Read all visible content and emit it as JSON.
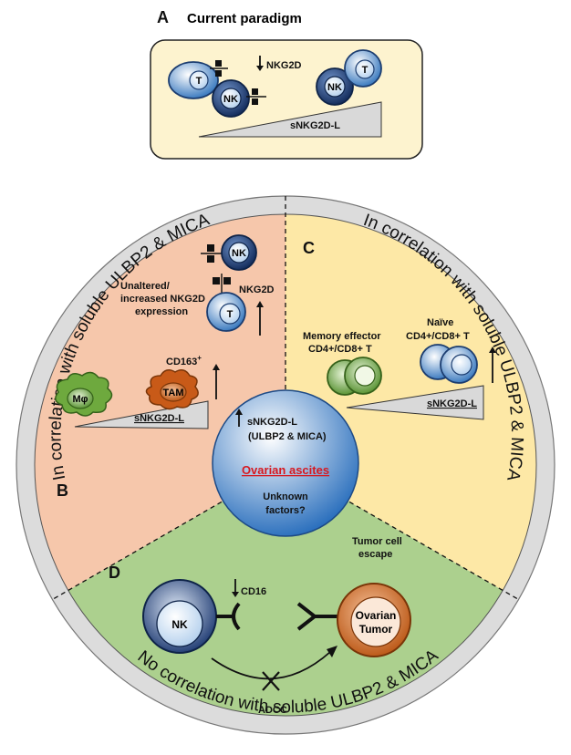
{
  "panel_a": {
    "letter": "A",
    "title": "Current paradigm",
    "nkg2d": "NKG2D",
    "sligand": "sNKG2D-L",
    "t_label": "T",
    "nk_label": "NK"
  },
  "panel_b": {
    "letter": "B",
    "nk": "NK",
    "t": "T",
    "nkg2d": "NKG2D",
    "unaltered_line1": "Unaltered/",
    "unaltered_line2": "increased NKG2D",
    "unaltered_line3": "expression",
    "cd163": "CD163",
    "cd163_sup": "+",
    "mphi": "Mφ",
    "tam": "TAM",
    "sligand": "sNKG2D-L"
  },
  "panel_c": {
    "letter": "C",
    "memory_line1": "Memory effector",
    "memory_line2": "CD4+/CD8+ T",
    "naive_line1": "Naïve",
    "naive_line2": "CD4+/CD8+ T",
    "sligand": "sNKG2D-L"
  },
  "panel_d": {
    "letter": "D",
    "nk": "NK",
    "cd16": "CD16",
    "tumor_escape_line1": "Tumor cell",
    "tumor_escape_line2": "escape",
    "tumor_line1": "Ovarian",
    "tumor_line2": "Tumor",
    "adcc": "ADCC"
  },
  "center": {
    "line1": "sNKG2D-L",
    "line2": "(ULBP2 & MICA)",
    "highlight": "Ovarian ascites",
    "line3": "Unknown",
    "line4": "factors?"
  },
  "ring_text": {
    "left": "In correlation with soluble ULBP2 & MICA",
    "right": "In correlation with soluble ULBP2 & MICA",
    "bottom": "No correlation with soluble ULBP2 & MICA"
  },
  "colors": {
    "panel_a_bg": "#fdf3cf",
    "panel_b_bg": "#f6c7ab",
    "panel_c_bg": "#fde8a6",
    "panel_d_bg": "#acd08e",
    "ring": "#dcdcdc",
    "highlight": "#d71920",
    "blue_cell": "#4a86c8",
    "navy_cell": "#1f3f7a",
    "green_cell": "#5a9a32",
    "orange_cell": "#c75c18"
  }
}
